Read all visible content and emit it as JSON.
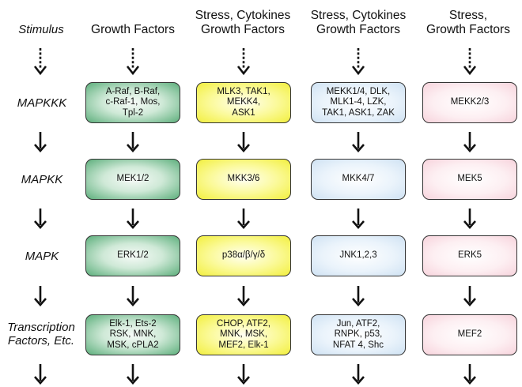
{
  "row_labels": [
    {
      "id": "stimulus",
      "lines": [
        "Stimulus"
      ]
    },
    {
      "id": "mapkkk",
      "lines": [
        "MAPKKK"
      ]
    },
    {
      "id": "mapkk",
      "lines": [
        "MAPKK"
      ]
    },
    {
      "id": "mapk",
      "lines": [
        "MAPK"
      ]
    },
    {
      "id": "transcription-factors",
      "lines": [
        "Transcription",
        "Factors, Etc."
      ]
    }
  ],
  "columns": [
    {
      "id": "erk12",
      "color": "#5daf7c",
      "header": [
        "Growth Factors"
      ],
      "boxes": [
        [
          "A-Raf, B-Raf,",
          "c-Raf-1, Mos,",
          "Tpl-2"
        ],
        [
          "MEK1/2"
        ],
        [
          "ERK1/2"
        ],
        [
          "Elk-1, Ets-2",
          "RSK, MNK,",
          "MSK, cPLA2"
        ]
      ]
    },
    {
      "id": "p38",
      "color": "#f2ef3e",
      "header": [
        "Stress, Cytokines",
        "Growth Factors"
      ],
      "boxes": [
        [
          "MLK3, TAK1,",
          "MEKK4,",
          "ASK1"
        ],
        [
          "MKK3/6"
        ],
        [
          "p38α/β/γ/δ"
        ],
        [
          "CHOP, ATF2,",
          "MNK, MSK,",
          "MEF2, Elk-1"
        ]
      ]
    },
    {
      "id": "jnk",
      "color": "#cfe2f3",
      "header": [
        "Stress, Cytokines",
        "Growth Factors"
      ],
      "boxes": [
        [
          "MEKK1/4, DLK,",
          "MLK1-4, LZK,",
          "TAK1, ASK1, ZAK"
        ],
        [
          "MKK4/7"
        ],
        [
          "JNK1,2,3"
        ],
        [
          "Jun, ATF2,",
          "RNPK, p53,",
          "NFAT 4, Shc"
        ]
      ]
    },
    {
      "id": "erk5",
      "color": "#f7d3dc",
      "header": [
        "Stress,",
        "Growth Factors"
      ],
      "boxes": [
        [
          "MEKK2/3"
        ],
        [
          "MEK5"
        ],
        [
          "ERK5"
        ],
        [
          "MEF2"
        ]
      ]
    }
  ]
}
